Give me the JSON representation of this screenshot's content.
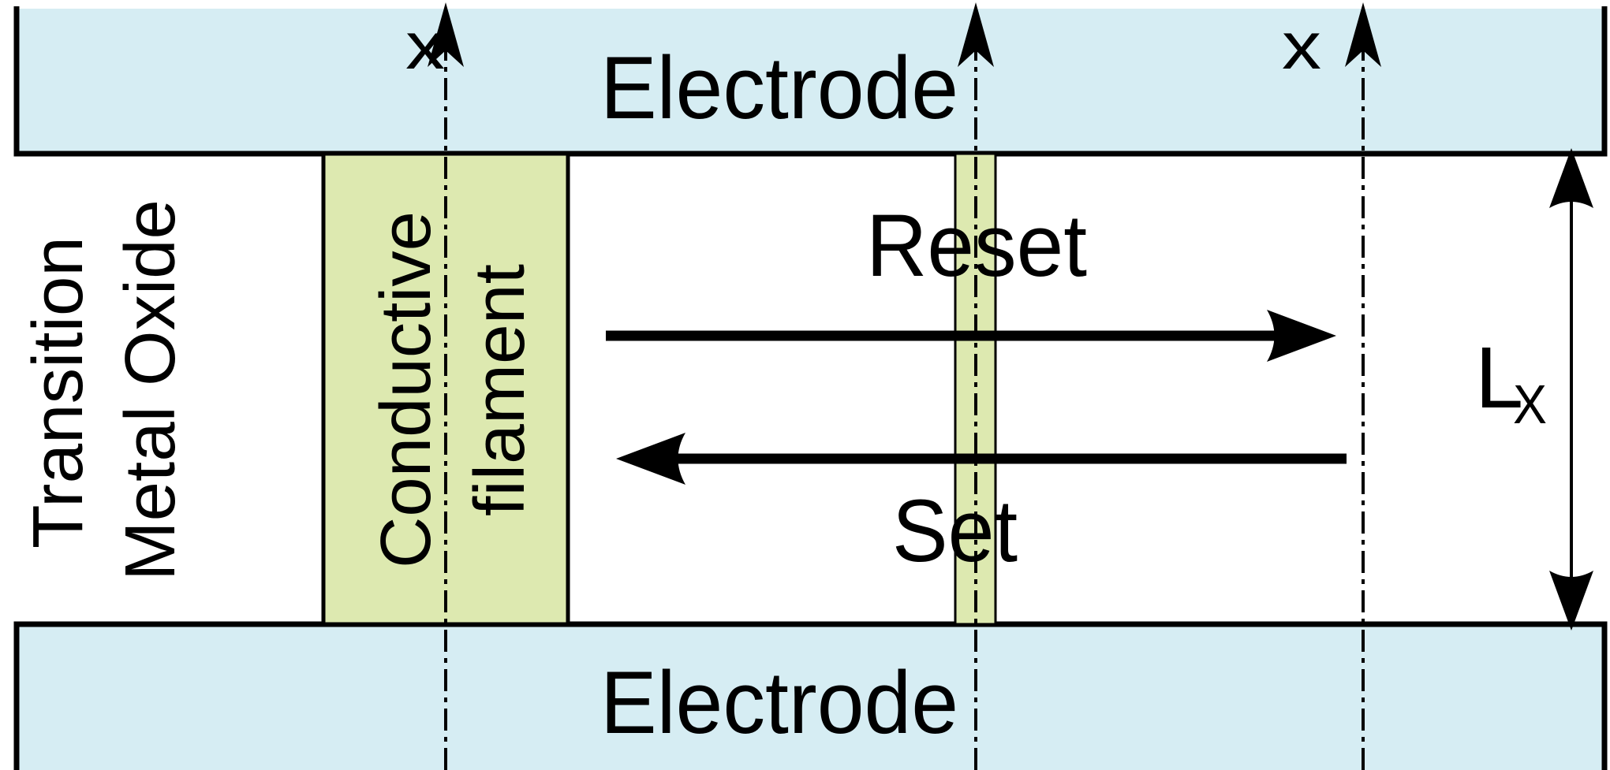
{
  "labels": {
    "top_electrode": "Electrode",
    "bottom_electrode": "Electrode",
    "oxide_line1": "Transition",
    "oxide_line2": "Metal Oxide",
    "filament_line1": "Conductive",
    "filament_line2": "filament",
    "reset": "Reset",
    "set": "Set",
    "axis_x_left": "x",
    "axis_x_right": "x",
    "length_main": "L",
    "length_sub": "X"
  },
  "colors": {
    "electrode": "#d6edf3",
    "filament": "#dde9b0",
    "stroke": "#000000"
  }
}
